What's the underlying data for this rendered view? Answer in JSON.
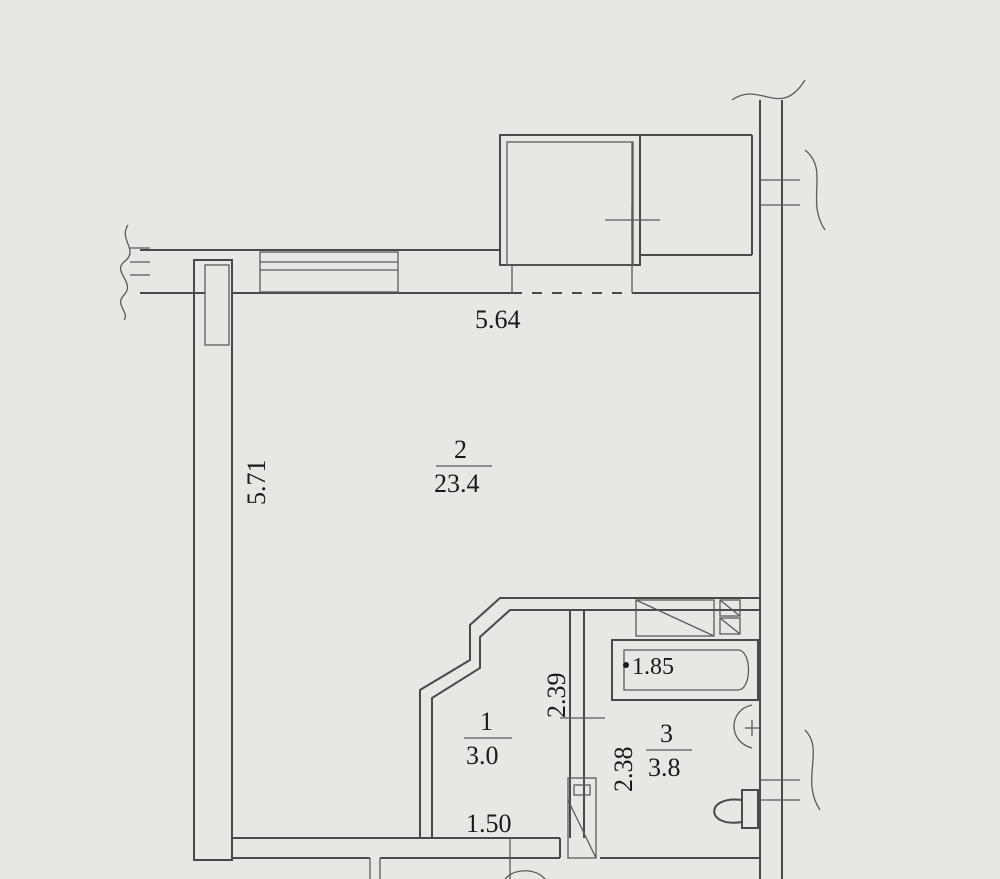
{
  "rooms": [
    {
      "number": "2",
      "area": "23.4"
    },
    {
      "number": "1",
      "area": "3.0"
    },
    {
      "number": "3",
      "area": "3.8"
    }
  ],
  "dimensions": {
    "main_width": "5.64",
    "main_height": "5.71",
    "hall_height": "2.39",
    "bath_height": "2.38",
    "hall_width": "1.50",
    "bathtub_length": "1.85"
  },
  "colors": {
    "paper": "#e7e7e4",
    "ink": "#4a4a4a"
  }
}
